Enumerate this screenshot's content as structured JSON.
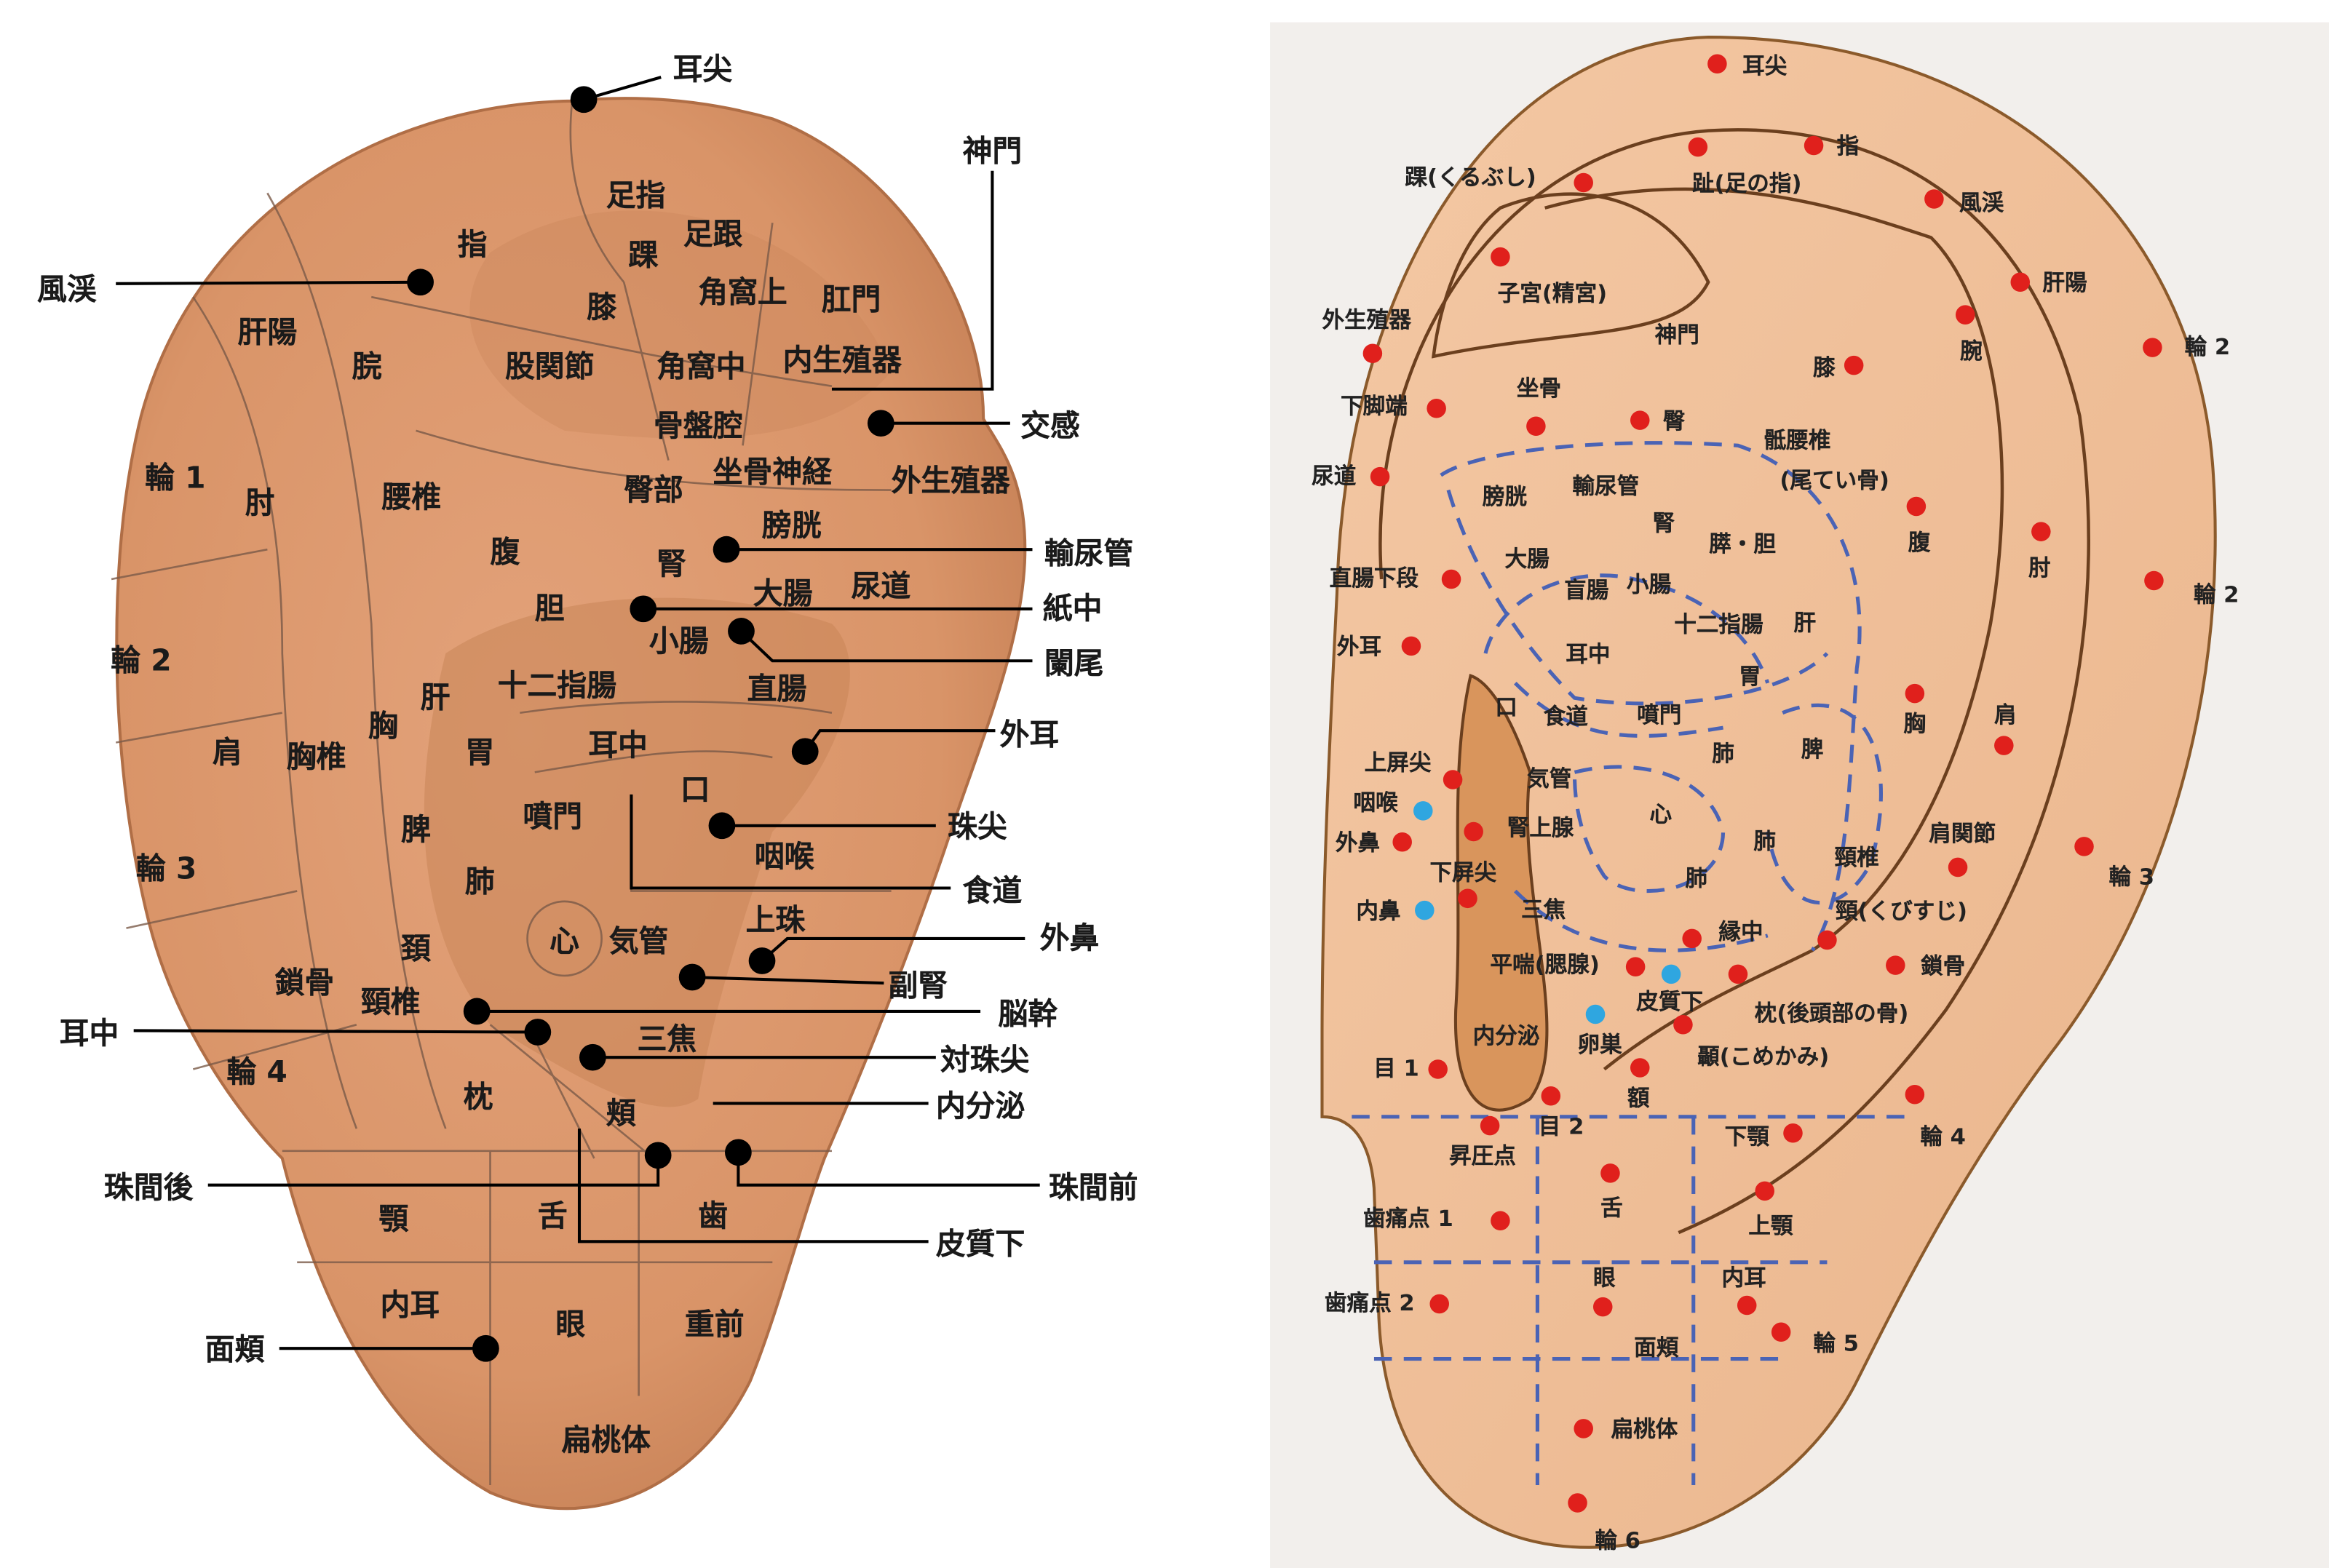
{
  "left_ear": {
    "labels": [
      "耳尖",
      "足指",
      "指",
      "足跟",
      "踝",
      "風渓",
      "膝",
      "角窩上",
      "肛門",
      "神門",
      "肝陽",
      "脘",
      "股関節",
      "角窩中",
      "内生殖器",
      "骨盤腔",
      "交感",
      "輪 1",
      "肘",
      "腰椎",
      "臀部",
      "坐骨神経",
      "外生殖器",
      "膀胱",
      "腹",
      "腎",
      "輸尿管",
      "尿道",
      "大腸",
      "胆",
      "紙中",
      "小腸",
      "闌尾",
      "輪 2",
      "十二指腸",
      "肝",
      "直腸",
      "胸",
      "外耳",
      "肩",
      "胸椎",
      "胃",
      "耳中",
      "口",
      "珠尖",
      "脾",
      "噴門",
      "咽喉",
      "輪 3",
      "肺",
      "食道",
      "上珠",
      "心",
      "気管",
      "外鼻",
      "頚",
      "副腎",
      "鎖骨",
      "頸椎",
      "脳幹",
      "耳中",
      "三焦",
      "対珠尖",
      "輪 4",
      "枕",
      "頬",
      "内分泌",
      "珠間後",
      "珠間前",
      "顎",
      "舌",
      "歯",
      "皮質下",
      "内耳",
      "眼",
      "重前",
      "面頬",
      "扁桃体"
    ]
  },
  "right_ear": {
    "labels": [
      "耳尖",
      "指",
      "踝(くるぶし)",
      "趾(足の指)",
      "風渓",
      "肝陽",
      "子宮(精宮)",
      "外生殖器",
      "神門",
      "腕",
      "輪 2",
      "膝",
      "坐骨",
      "下脚端",
      "臀",
      "骶腰椎",
      "尿道",
      "(尾てい骨)",
      "膀胱",
      "輸尿管",
      "腎",
      "膵・胆",
      "腹",
      "肘",
      "大腸",
      "直腸下段",
      "盲腸",
      "小腸",
      "輪 2",
      "十二指腸",
      "肝",
      "外耳",
      "耳中",
      "胃",
      "胸",
      "肩",
      "口",
      "食道",
      "噴門",
      "肺",
      "脾",
      "上屏尖",
      "気管",
      "咽喉",
      "心",
      "腎上腺",
      "外鼻",
      "肺",
      "頸椎",
      "肩関節",
      "輪 3",
      "下屏尖",
      "肺",
      "内鼻",
      "三焦",
      "頸(くびすじ)",
      "縁中",
      "平喘(腮腺)",
      "鎖骨",
      "皮質下",
      "枕(後頭部の骨)",
      "内分泌",
      "卵巣",
      "顳(こめかみ)",
      "目 1",
      "額",
      "輪 4",
      "目 2",
      "下顎",
      "昇圧点",
      "舌",
      "上顎",
      "歯痛点 1",
      "眼",
      "内耳",
      "歯痛点 2",
      "輪 5",
      "面頬",
      "扁桃体",
      "輪 6"
    ]
  },
  "colors": {
    "skin": "#dfa37a",
    "skin_dark": "#c98558",
    "point_red": "#e0201c",
    "point_blue": "#2fa6e0",
    "zone_line": "#4a63b5"
  }
}
